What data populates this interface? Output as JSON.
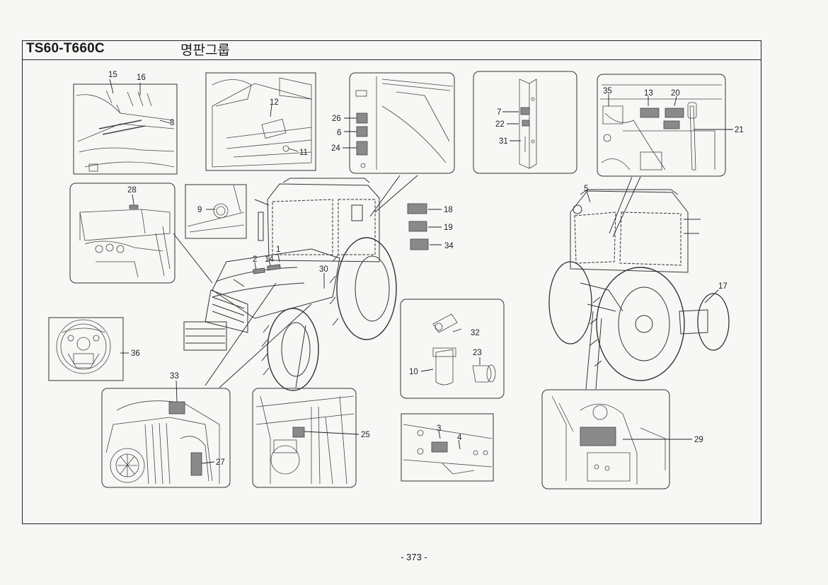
{
  "header": {
    "model": "TS60-T660C",
    "group": "명판그룹"
  },
  "footer": {
    "page": "- 373 -"
  },
  "callouts": {
    "c1": "1",
    "c2": "2",
    "c3": "3",
    "c4": "4",
    "c5": "5",
    "c6": "6",
    "c7": "7",
    "c8": "8",
    "c9": "9",
    "c10": "10",
    "c11": "11",
    "c12": "12",
    "c13": "13",
    "c14": "14",
    "c15": "15",
    "c16": "16",
    "c17": "17",
    "c18": "18",
    "c19": "19",
    "c20": "20",
    "c21": "21",
    "c22": "22",
    "c23": "23",
    "c24": "24",
    "c25": "25",
    "c26": "26",
    "c27": "27",
    "c28": "28",
    "c29": "29",
    "c30": "30",
    "c31": "31",
    "c32": "32",
    "c33": "33",
    "c34": "34",
    "c35": "35",
    "c36": "36"
  }
}
